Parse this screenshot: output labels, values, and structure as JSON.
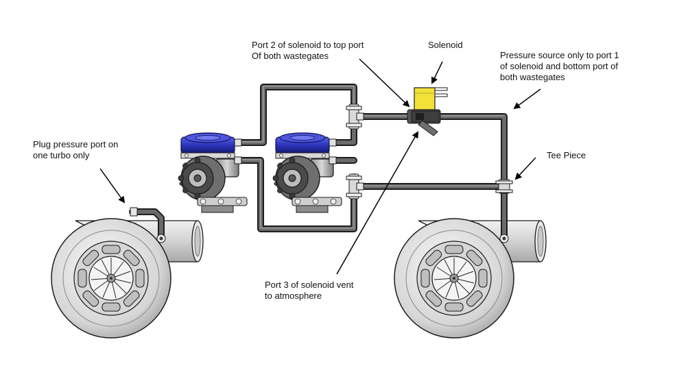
{
  "labels": {
    "plug": {
      "lines": [
        "Plug pressure port on",
        "one turbo only"
      ]
    },
    "port2": {
      "lines": [
        "Port 2 of solenoid to top port",
        "Of both wastegates"
      ]
    },
    "solenoid": {
      "lines": [
        "Solenoid"
      ]
    },
    "pressure": {
      "lines": [
        "Pressure source only to port 1",
        "of solenoid and bottom port of",
        "both wastegates"
      ]
    },
    "tee": {
      "lines": [
        "Tee Piece"
      ]
    },
    "port3": {
      "lines": [
        "Port 3 of solenoid vent",
        "to atmosphere"
      ]
    }
  },
  "colors": {
    "actuator_blue": "#2a33b8",
    "solenoid_yellow": "#f2e23a",
    "metal_light": "#e4e4e4",
    "metal_mid": "#c4c4c4",
    "hose": "#5d5d5d",
    "outline": "#1a1a1a"
  },
  "icons": {
    "turbo_left": "turbocharger-icon",
    "turbo_right": "turbocharger-icon",
    "wastegate_left": "wastegate-icon",
    "wastegate_right": "wastegate-icon",
    "solenoid": "solenoid-valve-icon",
    "tee": "tee-fitting-icon"
  }
}
